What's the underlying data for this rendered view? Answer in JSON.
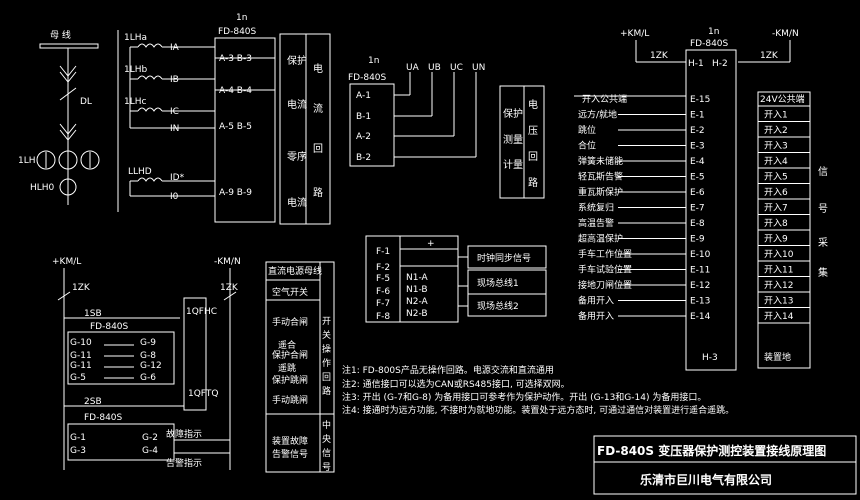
{
  "bus": {
    "label": "母 线"
  },
  "ct": {
    "dl": "DL",
    "lh": "1LH",
    "hlh": "HLH0",
    "lha": "1LHa",
    "lhb": "1LHb",
    "lhc": "1LHc",
    "lhd": "LLHD",
    "ia": "IA",
    "ib": "IB",
    "ic": "IC",
    "in": "IN",
    "id": "ID*",
    "io": "I0"
  },
  "dev1": {
    "num": "1n",
    "model": "FD-840S",
    "pins": [
      "A-3 B-3",
      "A-4 B-4",
      "A-5 B-5",
      "A-9 B-9"
    ],
    "v1": [
      "保",
      "电",
      "零",
      "电"
    ],
    "v2": [
      "护",
      "流",
      "序",
      "流"
    ],
    "v3": [
      "电",
      "流",
      "回",
      "路"
    ]
  },
  "dev2": {
    "num": "1n",
    "model": "FD-840S",
    "pins": [
      "A-1",
      "B-1",
      "A-2",
      "B-2"
    ],
    "ua": "UA",
    "ub": "UB",
    "uc": "UC",
    "un": "UN",
    "vs": [
      "保护",
      "测量",
      "计量"
    ],
    "vr": [
      "电",
      "压",
      "回",
      "路"
    ]
  },
  "comm": {
    "pins": [
      "F-1",
      "F-2",
      "F-5",
      "F-6",
      "F-7",
      "F-8"
    ],
    "plus": "+",
    "minus": "_",
    "sub": [
      "N1-A",
      "N1-B",
      "N2-A",
      "N2-B"
    ],
    "labels": [
      "时钟同步信号",
      "现场总线1",
      "现场总线2"
    ]
  },
  "ctrl": {
    "pkm": "+KM/L",
    "nkm": "-KM/N",
    "zk1": "1ZK",
    "zk2": "1ZK",
    "sb": "1SB",
    "model": "FD-840S",
    "g": [
      "G-10",
      "G-11",
      "G-11",
      "G-5",
      "G-9",
      "G-8",
      "G-12",
      "G-6"
    ],
    "qf": "1QFHC",
    "tq": "1QFTQ",
    "sb2": "2SB",
    "model2": "FD-840S",
    "g2": [
      "G-1",
      "G-3",
      "G-2",
      "G-4"
    ],
    "s1": "故障指示",
    "s2": "告警指示",
    "panel": [
      "直流电源母线",
      "空气开关",
      "手动合闸",
      "遥合",
      "保护合闸",
      "遥跳",
      "保护跳闸",
      "手动跳闸",
      "装置故障",
      "告警信号"
    ],
    "pr": [
      "开",
      "关",
      "操",
      "作",
      "回",
      "路"
    ],
    "pr2": [
      "中",
      "央",
      "信",
      "号"
    ]
  },
  "inputs": {
    "pkm": "+KM/L",
    "nkm": "-KM/N",
    "num": "1n",
    "model": "FD-840S",
    "zk": "1ZK",
    "zk2": "1ZK",
    "h1": "H-1",
    "h2": "H-2",
    "h3": "H-3",
    "items": [
      "开入公共端",
      "远方/就地",
      "跳位",
      "合位",
      "弹簧未储能",
      "轻瓦斯告警",
      "重瓦斯保护",
      "系统复归",
      "高温告警",
      "超高温保护",
      "手车工作位置",
      "手车试验位置",
      "接地刀闸位置",
      "备用开入",
      "备用开入"
    ],
    "pins": [
      "E-15",
      "E-1",
      "E-2",
      "E-3",
      "E-4",
      "E-5",
      "E-6",
      "E-7",
      "E-8",
      "E-9",
      "E-10",
      "E-11",
      "E-12",
      "E-13",
      "E-14"
    ],
    "right": [
      "24V公共端",
      "开入1",
      "开入2",
      "开入3",
      "开入4",
      "开入5",
      "开入6",
      "开入7",
      "开入8",
      "开入9",
      "开入10",
      "开入11",
      "开入12",
      "开入13",
      "开入14"
    ],
    "side": [
      "信",
      "号",
      "采",
      "集"
    ],
    "ground": "装置地"
  },
  "notes": [
    "注1: FD-800S产品无操作回路。电源交流和直流通用",
    "注2: 通信接口可以选为CAN或RS485接口, 可选择双网。",
    "注3: 开出 (G-7和G-8) 为备用接口可参考作为保护动作。开出 (G-13和G-14) 为备用接口。",
    "注4: 接通时为远方功能, 不接时为就地功能。装置处于远方态时, 可通过通信对装置进行遥合遥跳。"
  ],
  "title": "FD-840S 变压器保护测控装置接线原理图",
  "company": "乐清市巨川电气有限公司"
}
